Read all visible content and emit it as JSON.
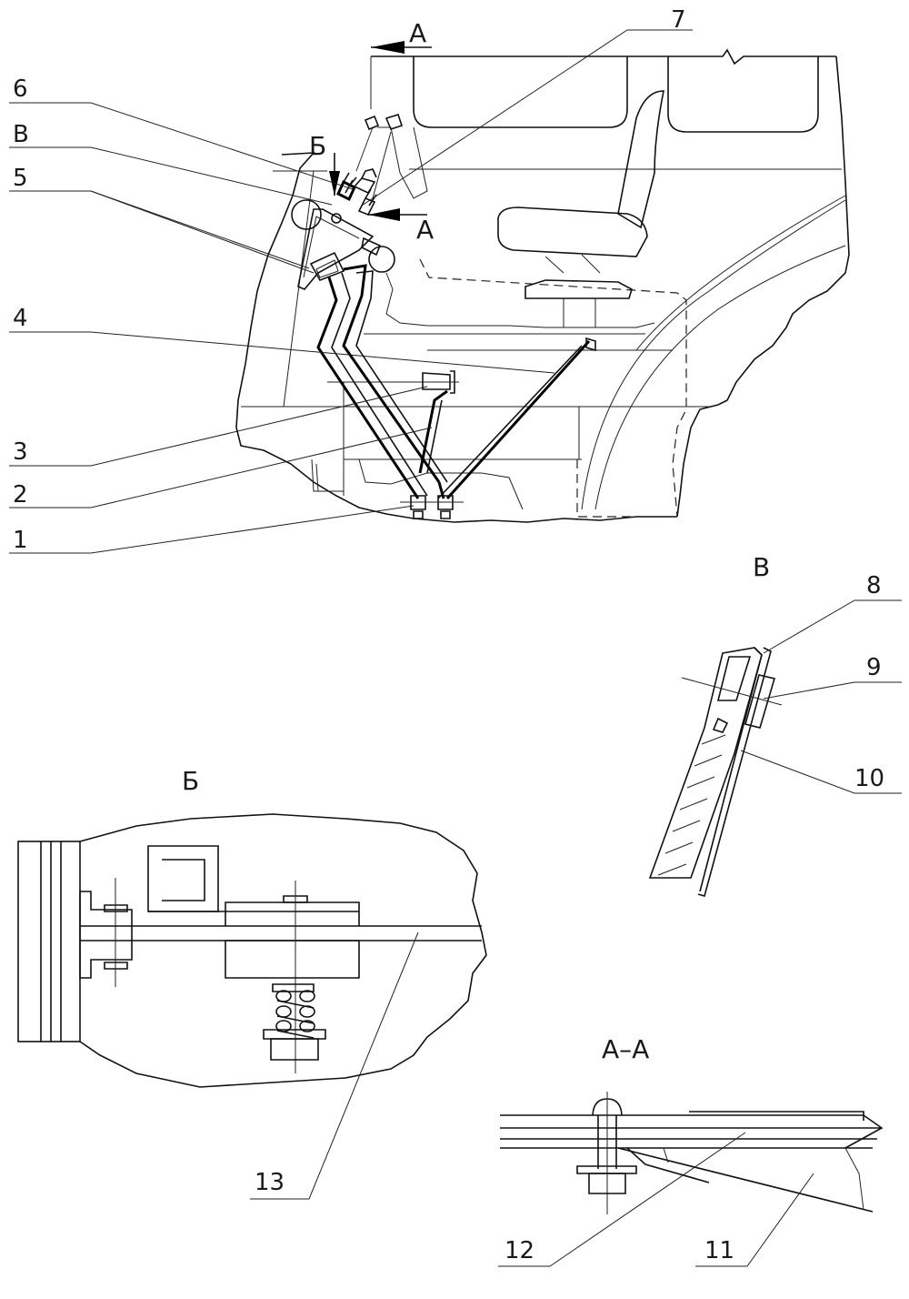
{
  "callouts": {
    "n1": "1",
    "n2": "2",
    "n3": "3",
    "n4": "4",
    "n5": "5",
    "n6": "6",
    "n7": "7",
    "n8": "8",
    "n9": "9",
    "n10": "10",
    "n11": "11",
    "n12": "12",
    "n13": "13",
    "v": "В"
  },
  "view_marks": {
    "a_top": "А",
    "a_mid": "А",
    "b_mark": "Б",
    "v_title": "В",
    "b_title": "Б",
    "aa_title": "А–А"
  }
}
